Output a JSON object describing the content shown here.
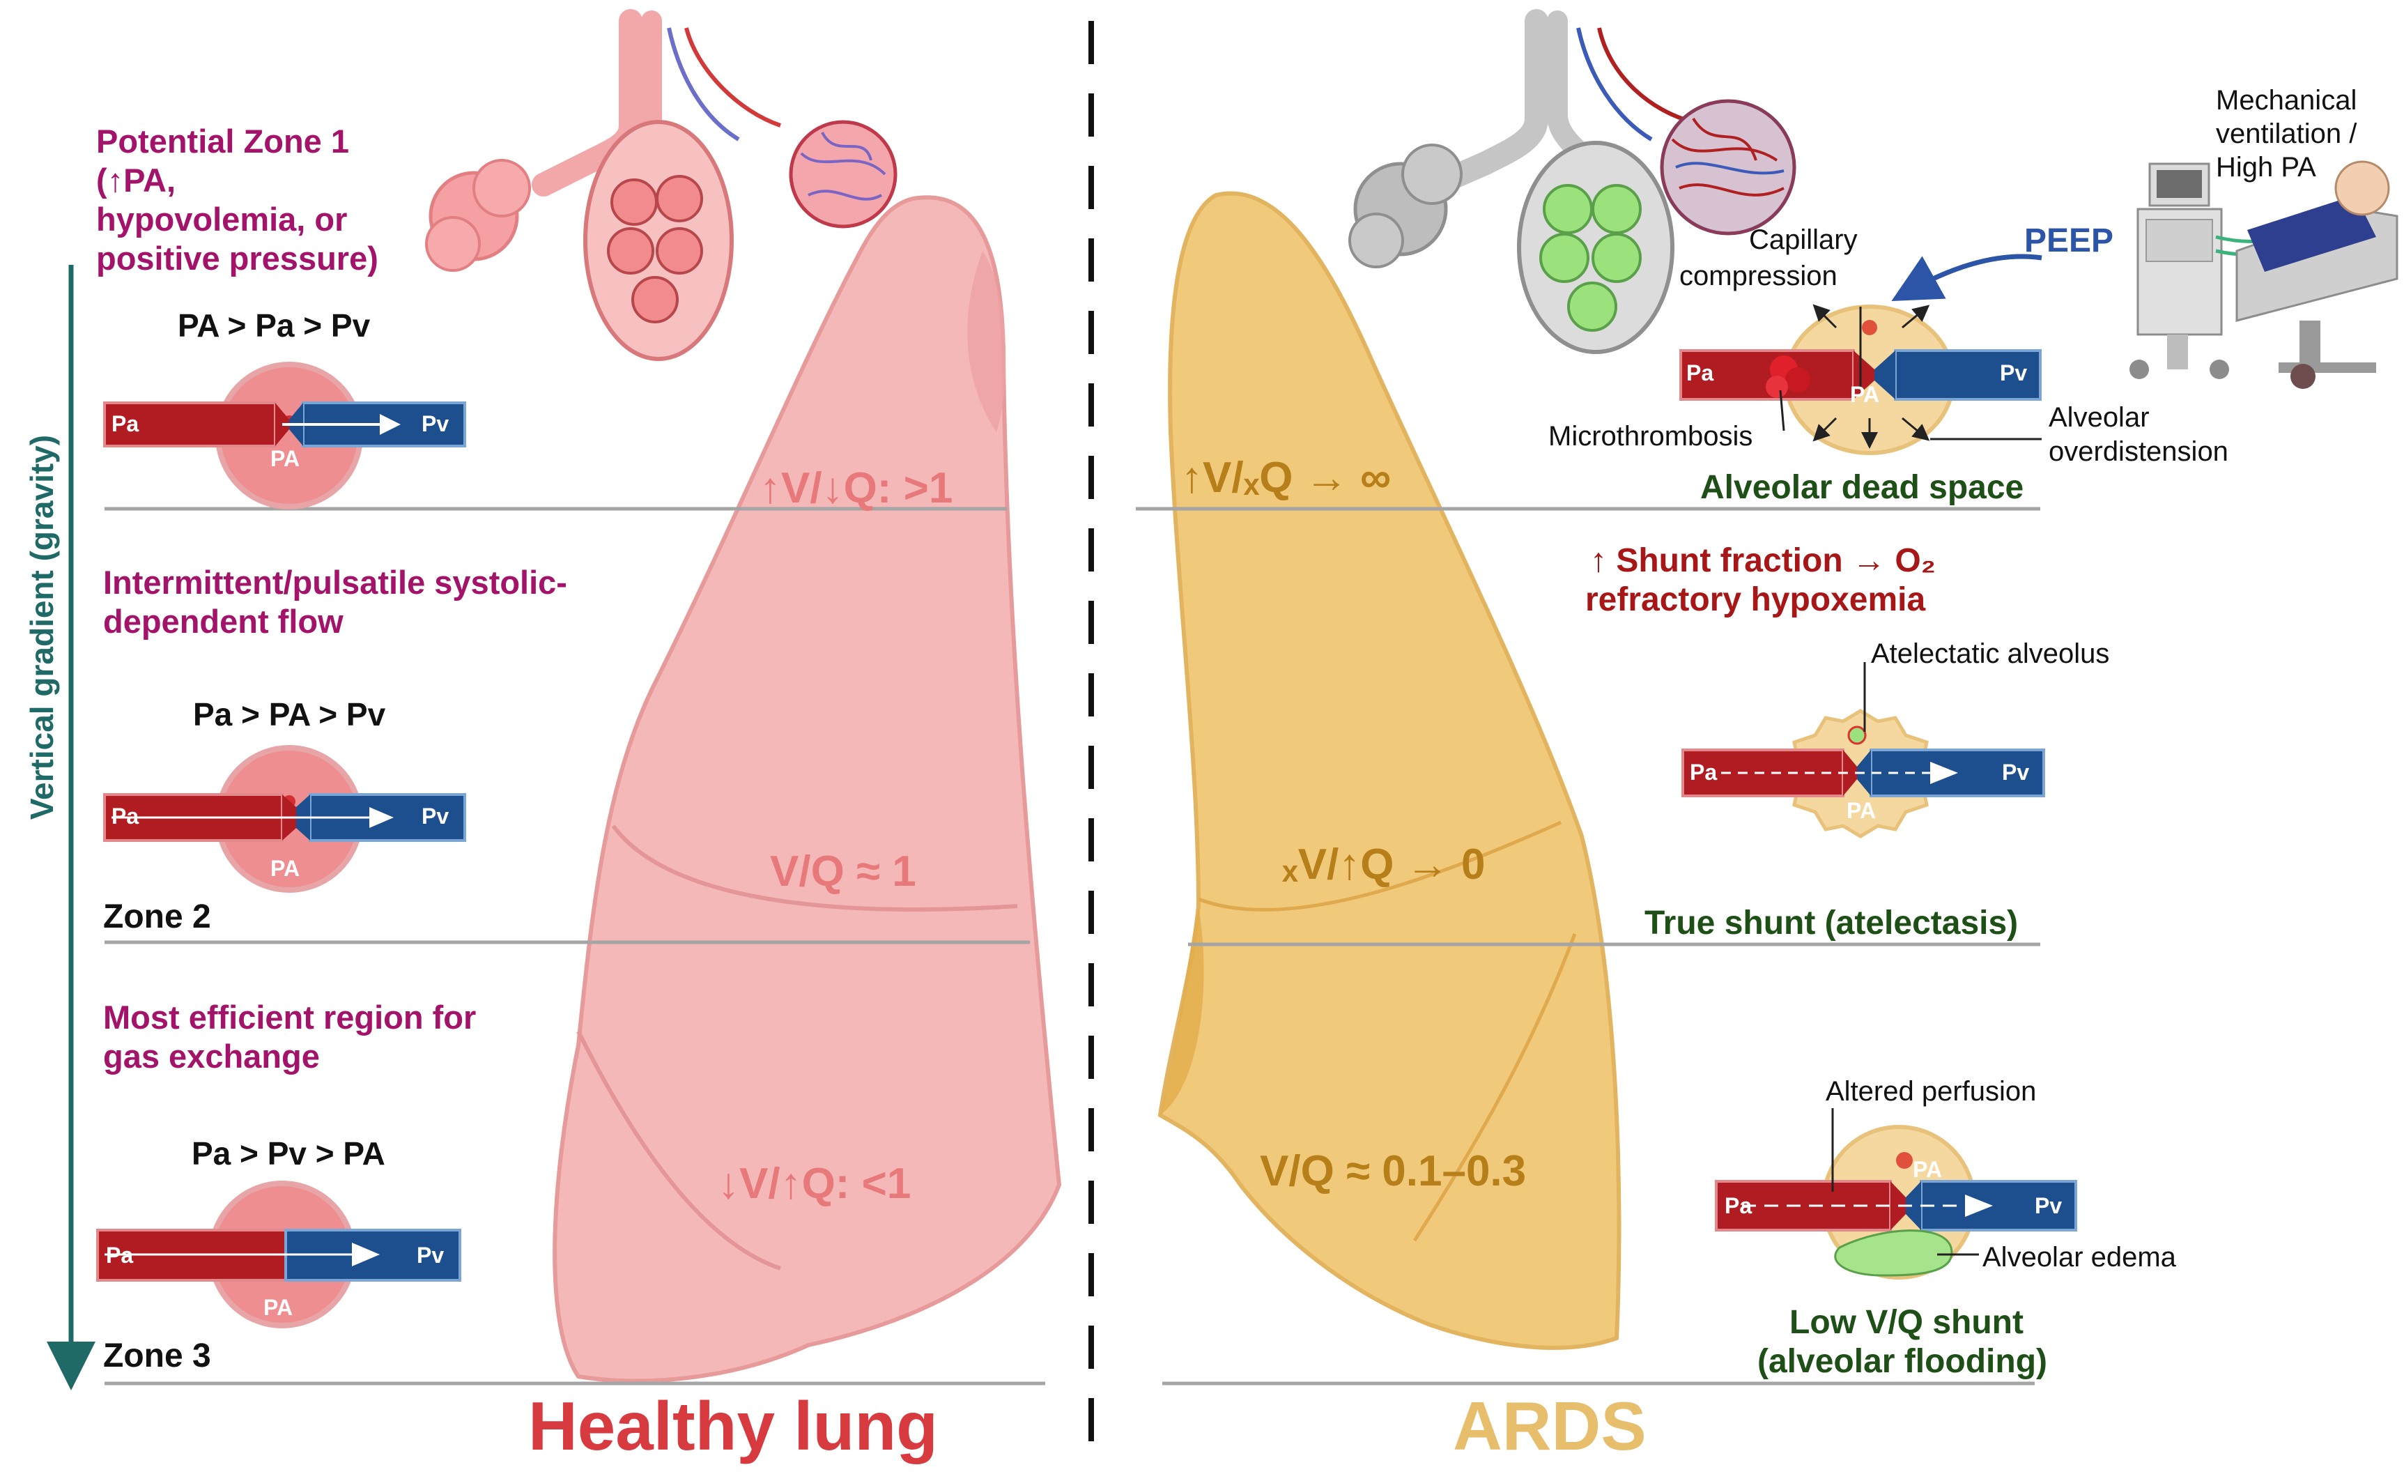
{
  "healthy": {
    "zone1_title": "Potential Zone 1",
    "zone1_condition_line1": "(↑PA,",
    "zone1_condition_line2": "hypovolemia, or",
    "zone1_condition_line3": "positive pressure)",
    "zone1_pressure": "PA > Pa > Pv",
    "zone1_ratio": "↑V/↓Q: >1",
    "zone2_flow_line1": "Intermittent/pulsatile systolic-",
    "zone2_flow_line2": "dependent flow",
    "zone2_pressure": "Pa > PA > Pv",
    "zone2_ratio": "V/Q ≈ 1",
    "zone2_label": "Zone 2",
    "zone3_desc_line1": "Most efficient region for",
    "zone3_desc_line2": "gas exchange",
    "zone3_pressure": "Pa > Pv > PA",
    "zone3_ratio": "↓V/↑Q: <1",
    "zone3_label": "Zone 3",
    "gradient_label": "Vertical gradient (gravity)",
    "title": "Healthy lung"
  },
  "ards": {
    "ventilation_line1": "Mechanical",
    "ventilation_line2": "ventilation /",
    "ventilation_line3": "High PA",
    "peep": "PEEP",
    "capillary_line1": "Capillary",
    "capillary_line2": "compression",
    "microthrombosis": "Microthrombosis",
    "overdistension_line1": "Alveolar",
    "overdistension_line2": "overdistension",
    "zone1_ratio": "↑V/ₓQ → ∞",
    "dead_space": "Alveolar dead space",
    "shunt_fraction_line1": "↑ Shunt fraction → O₂",
    "shunt_fraction_line2": "refractory hypoxemia",
    "atelectatic": "Atelectatic alveolus",
    "zone2_ratio": "ₓV/↑Q → 0",
    "true_shunt": "True shunt (atelectasis)",
    "altered_perfusion": "Altered perfusion",
    "zone3_ratio": "V/Q ≈ 0.1–0.3",
    "edema": "Alveolar edema",
    "low_vq_line1": "Low V/Q shunt",
    "low_vq_line2": "(alveolar flooding)",
    "title": "ARDS"
  },
  "vessel_labels": {
    "arterial": "Pa",
    "venous": "Pv",
    "alveolar": "PA"
  },
  "colors": {
    "healthy_lung": "#f5b8b8",
    "ards_lung": "#f0c97a",
    "artery": "#b01c22",
    "vein": "#1d4f8f",
    "magenta_text": "#a3136a",
    "green_text": "#1d4f16",
    "gradient_arrow": "#1f6a66"
  }
}
